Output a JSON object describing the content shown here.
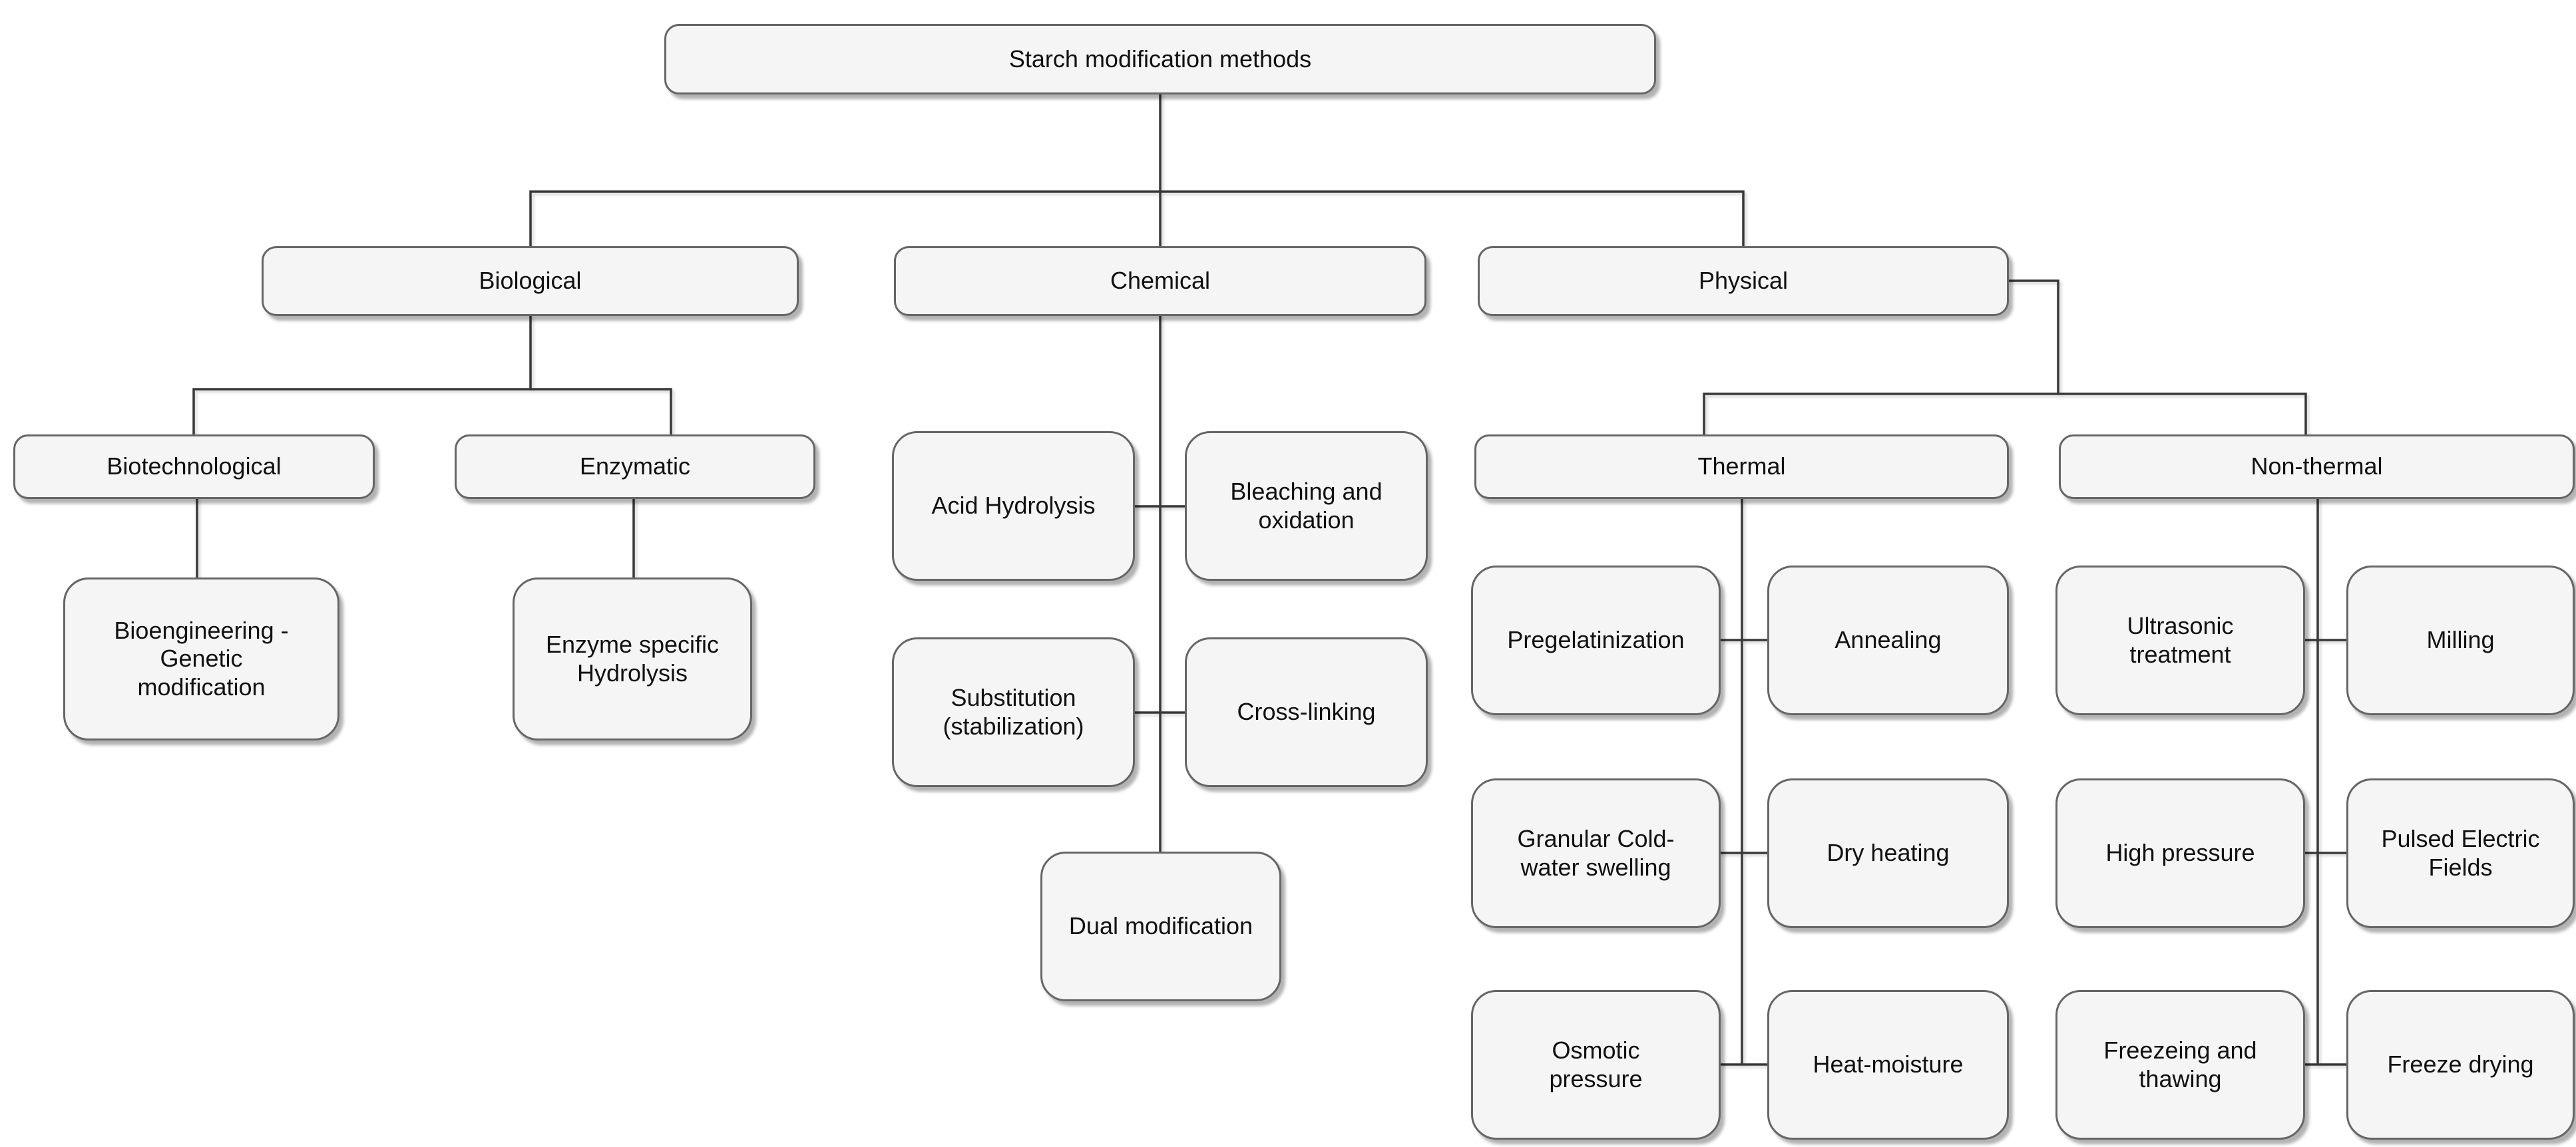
{
  "diagram": {
    "title": "Starch modification methods",
    "colors": {
      "background": "#ffffff",
      "node_fill": "#f5f5f5",
      "node_border": "#666666",
      "connector_line": "#383838",
      "text": "#111111"
    },
    "nodes": {
      "root": {
        "label": "Starch modification methods"
      },
      "biological": {
        "label": "Biological"
      },
      "chemical": {
        "label": "Chemical"
      },
      "physical": {
        "label": "Physical"
      },
      "biotechnological": {
        "label": "Biotechnological"
      },
      "enzymatic": {
        "label": "Enzymatic"
      },
      "bioengineering": {
        "label": "Bioengineering -\nGenetic\nmodification"
      },
      "enzyme_specific": {
        "label": "Enzyme specific\nHydrolysis"
      },
      "acid_hydrolysis": {
        "label": "Acid Hydrolysis"
      },
      "bleaching_oxidation": {
        "label": "Bleaching and\noxidation"
      },
      "substitution": {
        "label": "Substitution\n(stabilization)"
      },
      "cross_linking": {
        "label": "Cross-linking"
      },
      "dual_modification": {
        "label": "Dual modification"
      },
      "thermal": {
        "label": "Thermal"
      },
      "non_thermal": {
        "label": "Non-thermal"
      },
      "pregelatinization": {
        "label": "Pregelatinization"
      },
      "annealing": {
        "label": "Annealing"
      },
      "granular_cold_water": {
        "label": "Granular Cold-\nwater swelling"
      },
      "dry_heating": {
        "label": "Dry heating"
      },
      "osmotic_pressure": {
        "label": "Osmotic\npressure"
      },
      "heat_moisture": {
        "label": "Heat-moisture"
      },
      "ultrasonic": {
        "label": "Ultrasonic\ntreatment"
      },
      "milling": {
        "label": "Milling"
      },
      "high_pressure": {
        "label": "High pressure"
      },
      "pulsed_electric": {
        "label": "Pulsed Electric\nFields"
      },
      "freezing_thawing": {
        "label": "Freezeing and\nthawing"
      },
      "freeze_drying": {
        "label": "Freeze drying"
      }
    },
    "edges": [
      [
        "root",
        "biological"
      ],
      [
        "root",
        "chemical"
      ],
      [
        "root",
        "physical"
      ],
      [
        "biological",
        "biotechnological"
      ],
      [
        "biological",
        "enzymatic"
      ],
      [
        "biotechnological",
        "bioengineering"
      ],
      [
        "enzymatic",
        "enzyme_specific"
      ],
      [
        "chemical",
        "acid_hydrolysis"
      ],
      [
        "chemical",
        "bleaching_oxidation"
      ],
      [
        "chemical",
        "substitution"
      ],
      [
        "chemical",
        "cross_linking"
      ],
      [
        "chemical",
        "dual_modification"
      ],
      [
        "physical",
        "thermal"
      ],
      [
        "physical",
        "non_thermal"
      ],
      [
        "thermal",
        "pregelatinization"
      ],
      [
        "thermal",
        "annealing"
      ],
      [
        "thermal",
        "granular_cold_water"
      ],
      [
        "thermal",
        "dry_heating"
      ],
      [
        "thermal",
        "osmotic_pressure"
      ],
      [
        "thermal",
        "heat_moisture"
      ],
      [
        "non_thermal",
        "ultrasonic"
      ],
      [
        "non_thermal",
        "milling"
      ],
      [
        "non_thermal",
        "high_pressure"
      ],
      [
        "non_thermal",
        "pulsed_electric"
      ],
      [
        "non_thermal",
        "freezing_thawing"
      ],
      [
        "non_thermal",
        "freeze_drying"
      ]
    ]
  }
}
